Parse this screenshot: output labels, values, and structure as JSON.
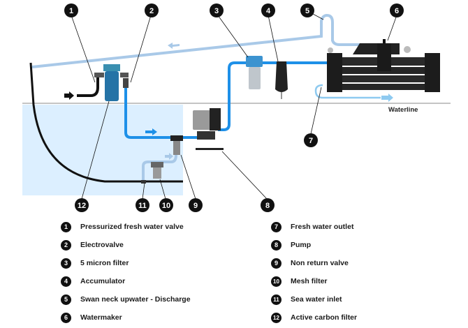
{
  "diagram": {
    "waterline_label": "Waterline",
    "colors": {
      "fresh_pipe": "#1e90e8",
      "discharge_pipe": "#a9c9e8",
      "sea_water": "#dcefff",
      "hull": "#111111",
      "callout": "#111111"
    },
    "callouts": [
      {
        "n": "1"
      },
      {
        "n": "2"
      },
      {
        "n": "3"
      },
      {
        "n": "4"
      },
      {
        "n": "5"
      },
      {
        "n": "6"
      },
      {
        "n": "7"
      },
      {
        "n": "8"
      },
      {
        "n": "9"
      },
      {
        "n": "10"
      },
      {
        "n": "11"
      },
      {
        "n": "12"
      }
    ]
  },
  "legend": {
    "left": [
      {
        "n": "1",
        "label": "Pressurized fresh water valve"
      },
      {
        "n": "2",
        "label": "Electrovalve"
      },
      {
        "n": "3",
        "label": "5 micron filter"
      },
      {
        "n": "4",
        "label": "Accumulator"
      },
      {
        "n": "5",
        "label": "Swan neck upwater - Discharge"
      },
      {
        "n": "6",
        "label": "Watermaker"
      }
    ],
    "right": [
      {
        "n": "7",
        "label": "Fresh water outlet"
      },
      {
        "n": "8",
        "label": "Pump"
      },
      {
        "n": "9",
        "label": "Non return valve"
      },
      {
        "n": "10",
        "label": "Mesh filter"
      },
      {
        "n": "11",
        "label": "Sea water inlet"
      },
      {
        "n": "12",
        "label": "Active carbon filter"
      }
    ]
  }
}
